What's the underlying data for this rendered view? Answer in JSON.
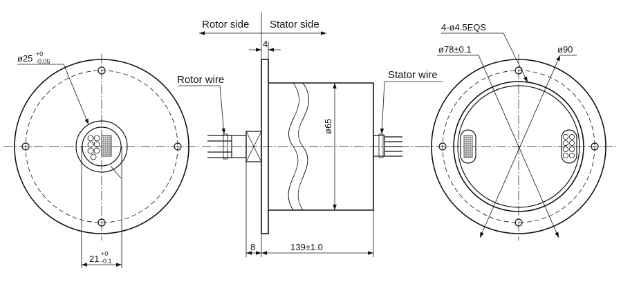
{
  "labels": {
    "rotor_side": "Rotor side",
    "stator_side": "Stator side",
    "rotor_wire": "Rotor wire",
    "stator_wire": "Stator wire"
  },
  "dimensions": {
    "hub_diameter": "ø25",
    "hub_diameter_tol_upper": "+0",
    "hub_diameter_tol_lower": "-0.05",
    "flange_thickness": "4",
    "body_diameter": "ø65",
    "mounting_holes": "4-ø4.5EQS",
    "hole_circle_diameter": "ø78±0.1",
    "flange_diameter": "ø90",
    "shaft_width": "21",
    "shaft_width_tol_upper": "+0",
    "shaft_width_tol_lower": "-0.1",
    "rotor_length": "8",
    "body_length": "139±1.0"
  }
}
